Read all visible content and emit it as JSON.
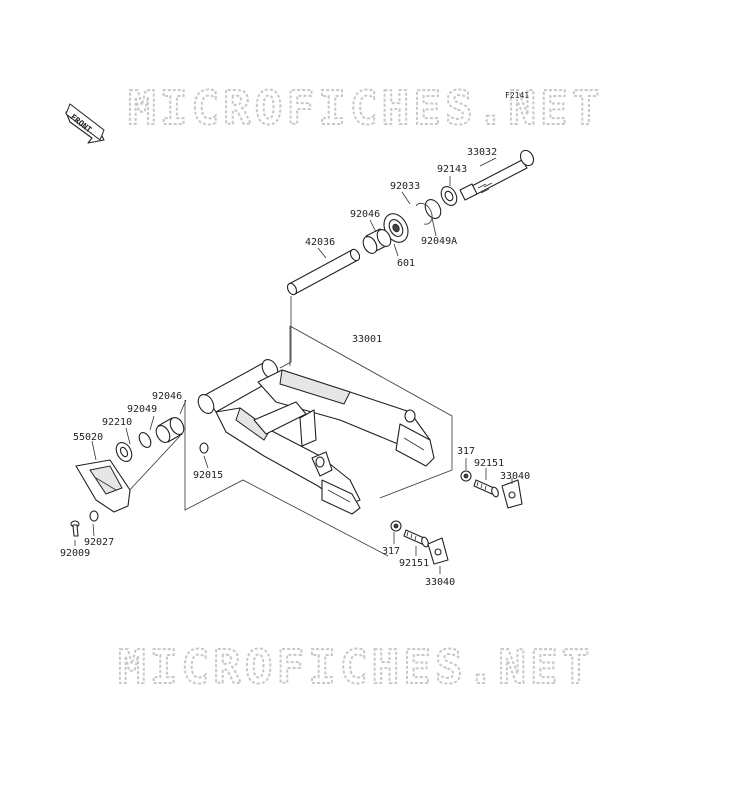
{
  "watermark": {
    "text": "MICROFICHES.NET"
  },
  "figure_ref": "F2141",
  "front_badge": {
    "text": "FRONT"
  },
  "part_labels": [
    {
      "id": "33032",
      "text": "33032"
    },
    {
      "id": "92143",
      "text": "92143"
    },
    {
      "id": "92033",
      "text": "92033"
    },
    {
      "id": "92046-upper",
      "text": "92046"
    },
    {
      "id": "92049A",
      "text": "92049A"
    },
    {
      "id": "601",
      "text": "601"
    },
    {
      "id": "42036",
      "text": "42036"
    },
    {
      "id": "33001",
      "text": "33001"
    },
    {
      "id": "92046-lower",
      "text": "92046"
    },
    {
      "id": "92049",
      "text": "92049"
    },
    {
      "id": "92210",
      "text": "92210"
    },
    {
      "id": "55020",
      "text": "55020"
    },
    {
      "id": "92015",
      "text": "92015"
    },
    {
      "id": "92027",
      "text": "92027"
    },
    {
      "id": "92009",
      "text": "92009"
    },
    {
      "id": "317-right",
      "text": "317"
    },
    {
      "id": "92151-right",
      "text": "92151"
    },
    {
      "id": "33040-right",
      "text": "33040"
    },
    {
      "id": "317-lower",
      "text": "317"
    },
    {
      "id": "92151-lower",
      "text": "92151"
    },
    {
      "id": "33040-lower",
      "text": "33040"
    }
  ]
}
